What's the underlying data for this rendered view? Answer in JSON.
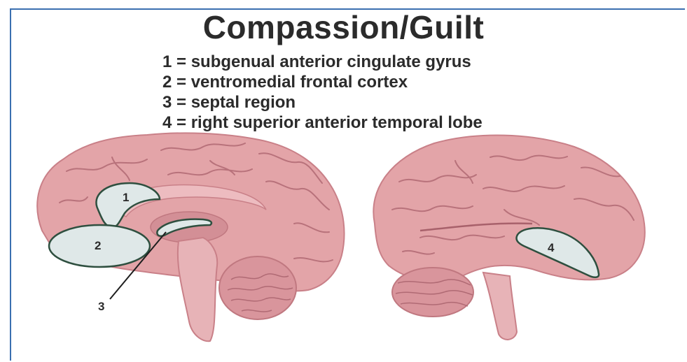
{
  "title": "Compassion/Guilt",
  "legend": [
    {
      "number": "1",
      "text": "1 = subgenual anterior cingulate gyrus"
    },
    {
      "number": "2",
      "text": "2 = ventromedial frontal cortex"
    },
    {
      "number": "3",
      "text": "3 = septal region"
    },
    {
      "number": "4",
      "text": "4 = right superior anterior temporal lobe"
    }
  ],
  "region_labels": {
    "r1": "1",
    "r2": "2",
    "r3": "3",
    "r4": "4"
  },
  "colors": {
    "brain": "#e3a4a8",
    "brain_shadow": "#c98088",
    "gyri_line": "#b8727b",
    "highlight_fill": "#dfe8e8",
    "highlight_stroke": "#2e4f3f",
    "frame": "#3a6fb0"
  }
}
